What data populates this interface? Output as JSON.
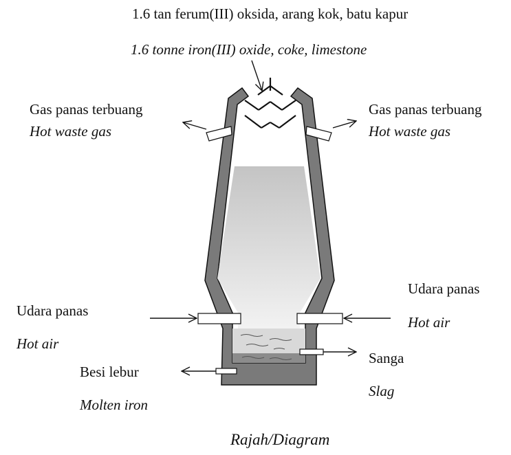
{
  "feed": {
    "label_ms": "1.6 tan ferum(III) oksida, arang kok, batu kapur",
    "label_en": "1.6 tonne iron(III) oxide, coke, limestone"
  },
  "waste_gas_left": {
    "label_ms": "Gas panas terbuang",
    "label_en": "Hot waste gas"
  },
  "waste_gas_right": {
    "label_ms": "Gas panas terbuang",
    "label_en": "Hot waste gas"
  },
  "hot_air_left": {
    "label_ms": "Udara panas",
    "label_en": "Hot air"
  },
  "hot_air_right": {
    "label_ms": "Udara panas",
    "label_en": "Hot air"
  },
  "slag": {
    "label_ms": "Sanga",
    "label_en": "Slag"
  },
  "molten_iron": {
    "label_ms": "Besi lebur",
    "label_en": "Molten iron"
  },
  "caption": "Rajah/Diagram",
  "colors": {
    "wall": "#7a7a7a",
    "outline": "#111111",
    "charge": "#c8c8c8",
    "slag": "#d9d9d9",
    "iron": "#8c8c8c"
  }
}
